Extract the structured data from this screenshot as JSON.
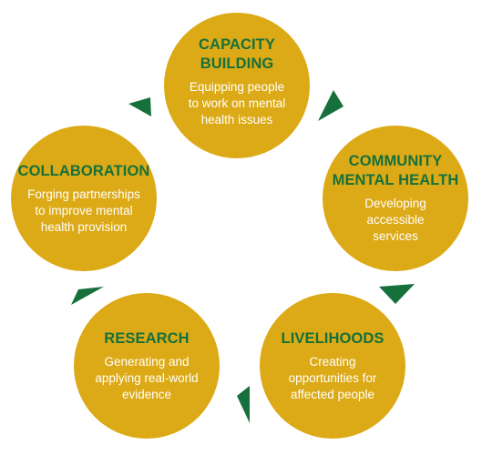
{
  "diagram": {
    "colors": {
      "circle_fill": "#dcaa16",
      "title_text": "#16703c",
      "description_text": "#ffffff",
      "arrow_fill": "#16703c"
    },
    "arrow_icon": "triangle-arrow-icon",
    "nodes": {
      "capacity": {
        "title": "CAPACITY\nBUILDING",
        "description": "Equipping people\nto work on mental\nhealth issues"
      },
      "community": {
        "title": "COMMUNITY\nMENTAL HEALTH",
        "description": "Developing\naccessible\nservices"
      },
      "livelihoods": {
        "title": "LIVELIHOODS",
        "description": "Creating\nopportunities for\naffected people"
      },
      "research": {
        "title": "RESEARCH",
        "description": "Generating and\napplying real-world\nevidence"
      },
      "collaboration": {
        "title": "COLLABORATION",
        "description": "Forging partnerships\nto improve mental\nhealth provision"
      }
    }
  }
}
